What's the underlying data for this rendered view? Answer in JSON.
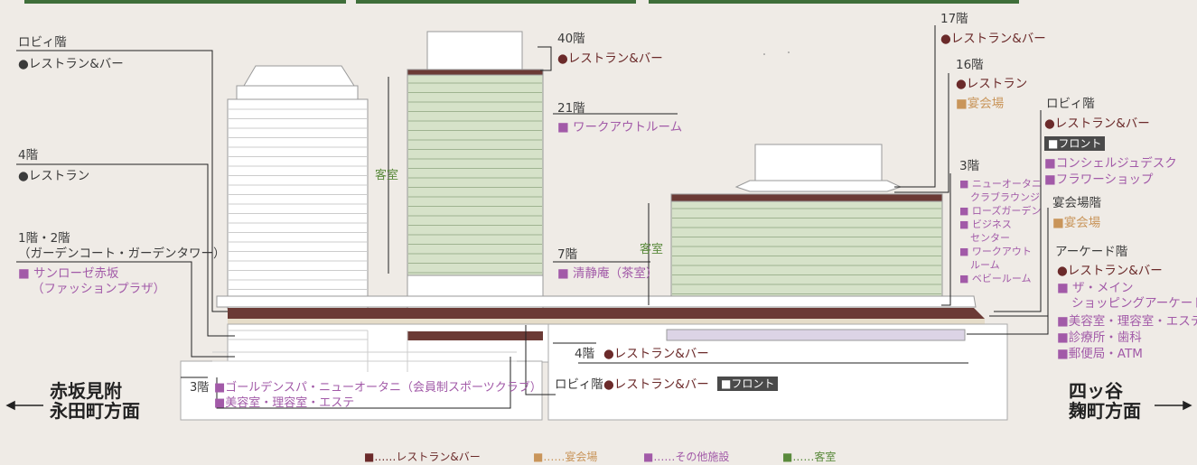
{
  "colors": {
    "restaurant": "#6b3a35",
    "banquet": "#c9955a",
    "other": "#b57ab8",
    "room": "#8fb07c"
  },
  "left_labels": {
    "lobby_floor": "ロビィ階",
    "lobby_rest": "●レストラン&バー",
    "fourth": "4階",
    "fourth_rest": "●レストラン",
    "first_second": "1階・2階",
    "garden": "（ガーデンコート・ガーデンタワー）",
    "sunrose": "■ サンローゼ赤坂",
    "fashion": "（ファッションプラザ）"
  },
  "tower_labels": {
    "guest_room": "客室",
    "f40": "40階",
    "f40_rest": "●レストラン&バー",
    "f21": "21階",
    "f21_work": "■ ワークアウトルーム",
    "f7": "7階",
    "f7_tea": "■ 清静庵（茶室）"
  },
  "bottom_labels": {
    "f3": "3階",
    "golden": "■ゴールデンスパ・ニューオータニ（会員制スポーツクラブ）",
    "beauty": "■美容室・理容室・エステ",
    "f4": "4階",
    "f4_rest": "●レストラン&バー",
    "lobby": "ロビィ階",
    "lobby_rest": "●レストラン&バー",
    "front": "■フロント"
  },
  "main_labels": {
    "guest_room": "客室",
    "f17": "17階",
    "f17_rest": "●レストラン&バー",
    "f16": "16階",
    "f16_rest": "●レストラン",
    "f16_banquet": "■宴会場",
    "f3": "3階",
    "f3_items": [
      "■ ニューオータニ",
      "クラブラウンジ",
      "■ ローズガーデン",
      "■ ビジネス",
      "センター",
      "■ ワークアウト",
      "ルーム",
      "■ ベビールーム"
    ]
  },
  "right_labels": {
    "lobby": "ロビィ階",
    "lobby_rest": "●レストラン&バー",
    "front": "■フロント",
    "concierge": "■コンシェルジュデスク",
    "flower": "■フラワーショップ",
    "banquet_floor": "宴会場階",
    "banquet": "■宴会場",
    "arcade_floor": "アーケード階",
    "arcade_rest": "●レストラン&バー",
    "main_arcade1": "■ ザ・メイン",
    "main_arcade2": "ショッピングアーケード",
    "beauty": "■美容室・理容室・エステ",
    "clinic": "■診療所・歯科",
    "post": "■郵便局・ATM"
  },
  "directions": {
    "left1": "赤坂見附",
    "left2": "永田町方面",
    "right1": "四ッ谷",
    "right2": "麹町方面"
  },
  "legend": {
    "restaurant": "■……レストラン&バー",
    "banquet": "■……宴会場",
    "other": "■……その他施設",
    "room": "■……客室"
  }
}
